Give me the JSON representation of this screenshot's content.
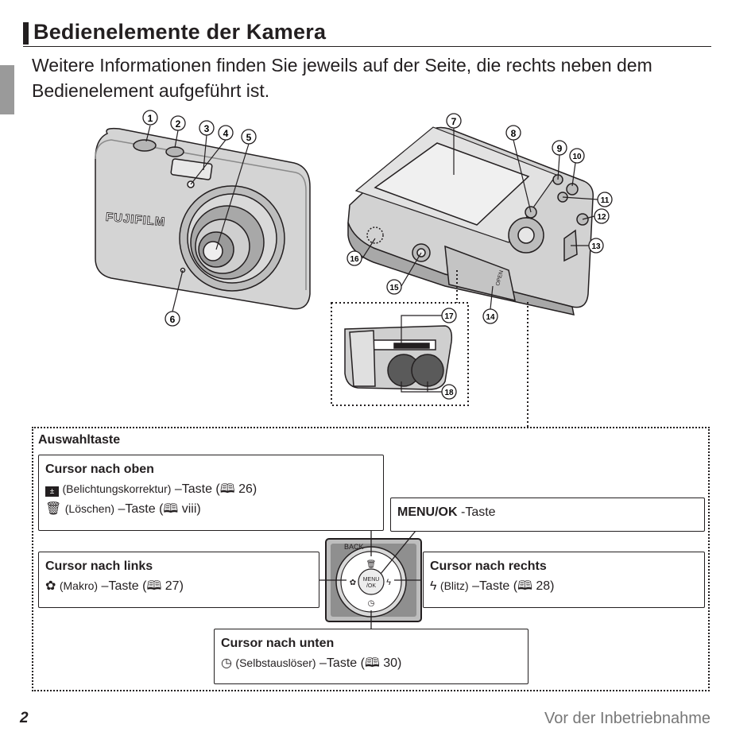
{
  "header": {
    "title": "Bedienelemente der Kamera",
    "intro": "Weitere Informationen finden Sie jeweils auf der Seite, die rechts neben dem Bedienelement aufgeführt ist."
  },
  "illustration": {
    "brand": "FUJIFILM",
    "open_label": "OPEN",
    "back_label": "BACK",
    "menu_label_1": "MENU",
    "menu_label_2": "/OK",
    "markers": [
      "1",
      "2",
      "3",
      "4",
      "5",
      "6",
      "7",
      "8",
      "9",
      "10",
      "11",
      "12",
      "13",
      "14",
      "15",
      "16",
      "17",
      "18"
    ]
  },
  "selector": {
    "title": "Auswahltaste",
    "up": {
      "heading": "Cursor nach oben",
      "line1_cond": "(Belichtungskorrektur)",
      "line1_rest": " –Taste (",
      "line1_page": " 26)",
      "line2_cond": "(Löschen)",
      "line2_rest": " –Taste (",
      "line2_page": " viii)"
    },
    "menu_ok": {
      "heading": "MENU/OK",
      "rest": " -Taste"
    },
    "left": {
      "heading": "Cursor nach links",
      "cond": "(Makro)",
      "rest": " –Taste (",
      "page": " 27)"
    },
    "right": {
      "heading": "Cursor nach rechts",
      "cond": "(Blitz)",
      "rest": " –Taste (",
      "page": " 28)"
    },
    "down": {
      "heading": "Cursor nach unten",
      "cond": "(Selbstauslöser)",
      "rest": " –Taste (",
      "page": " 30)"
    }
  },
  "footer": {
    "page_number": "2",
    "section": "Vor der Inbetriebnahme"
  }
}
